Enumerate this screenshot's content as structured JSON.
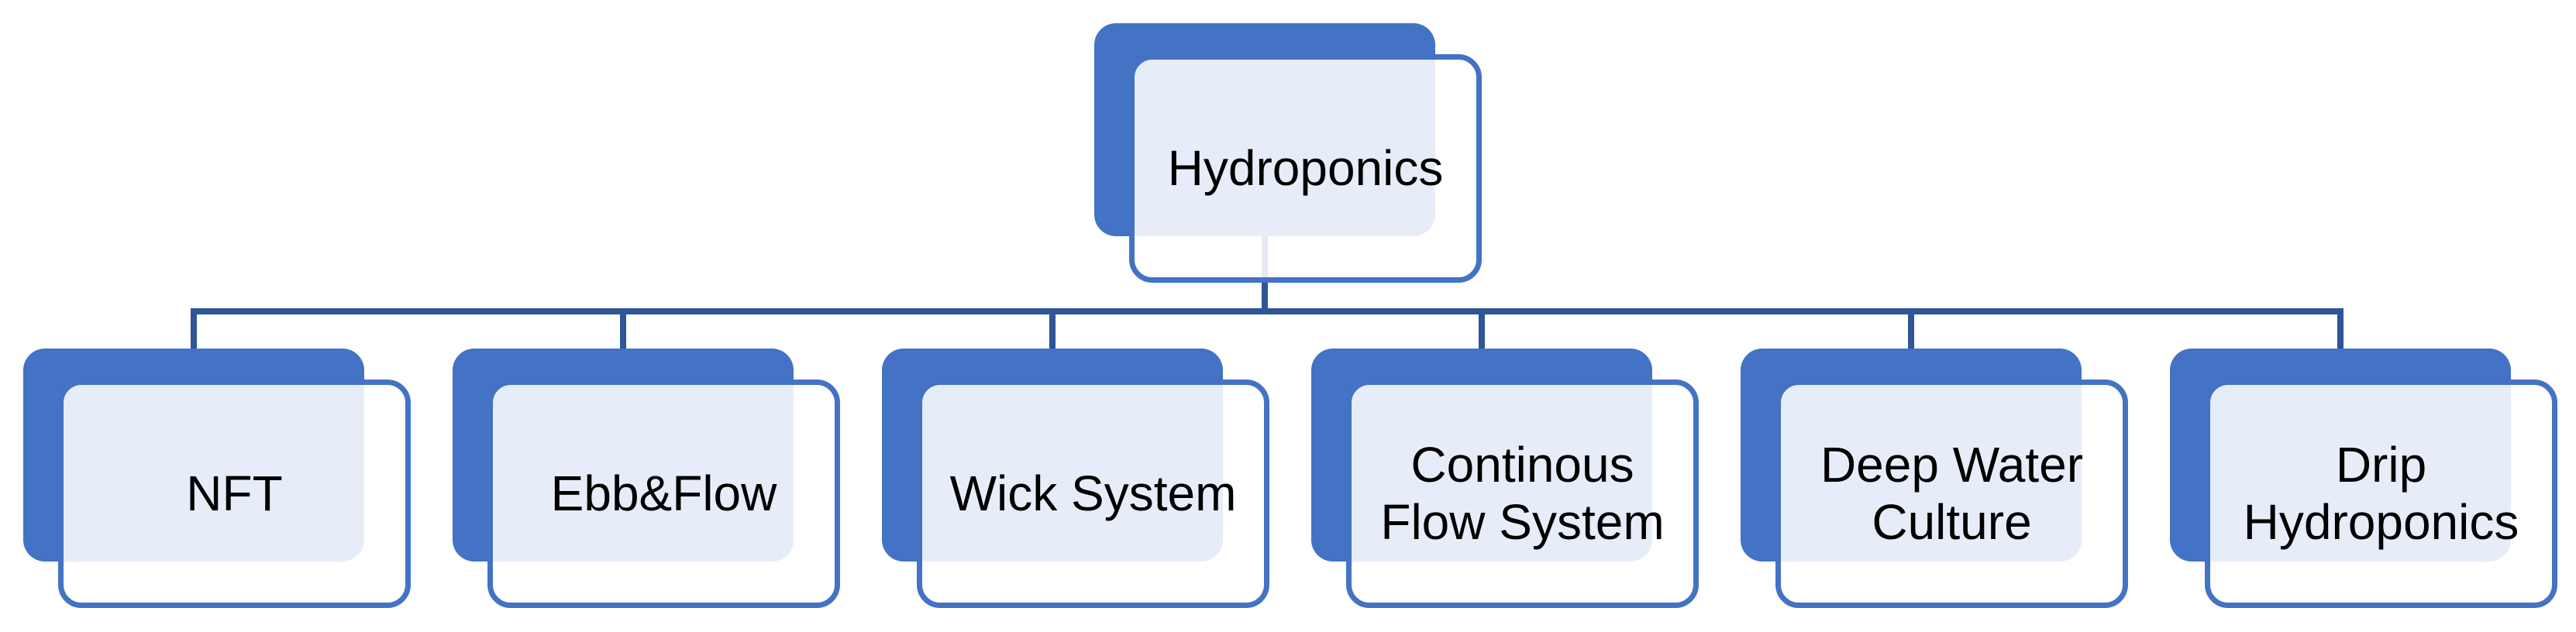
{
  "diagram": {
    "type": "hierarchy-org-chart",
    "root": {
      "label": "Hydroponics"
    },
    "children": [
      {
        "label": "NFT"
      },
      {
        "label": "Ebb&Flow"
      },
      {
        "label": "Wick System"
      },
      {
        "label": "Continous Flow System"
      },
      {
        "label": "Deep Water Culture"
      },
      {
        "label": "Drip Hydroponics"
      }
    ],
    "colors": {
      "accent": "#4472C4",
      "connector": "#2F5597",
      "card_fill": "rgba(255,255,255,0.87)",
      "overlap_panel_appears_as": "#E9EEF8",
      "text": "#000000",
      "page_bg": "#FFFFFF"
    }
  }
}
